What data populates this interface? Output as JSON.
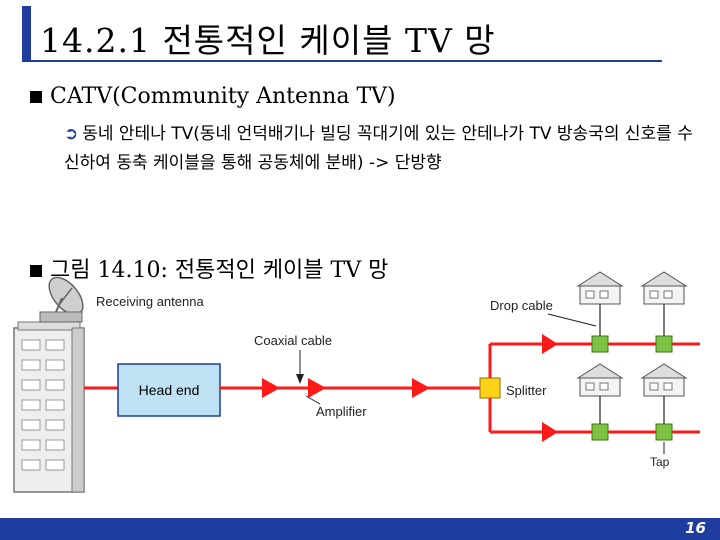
{
  "title": "14.2.1 전통적인 케이블 TV 망",
  "bullet1": "CATV(Community Antenna TV)",
  "sub1": "동네 안테나 TV(동네 언덕배기나 빌딩 꼭대기에 있는 안테나가 TV 방송국의 신호를 수신하여 동축 케이블을 통해 공동체에 분배) -> 단방향",
  "bullet2": "그림 14.10: 전통적인 케이블 TV 망",
  "figure": {
    "receiving_antenna": "Receiving antenna",
    "coaxial_cable": "Coaxial cable",
    "head_end": "Head end",
    "amplifier": "Amplifier",
    "splitter": "Splitter",
    "drop_cable": "Drop cable",
    "tap": "Tap"
  },
  "colors": {
    "accent": "#1f3d9e",
    "amplifier": "#ff1a1a",
    "tap": "#7dc242",
    "splitter": "#ffd21a",
    "head_end": "#bfe1f4"
  },
  "page_number": "16"
}
